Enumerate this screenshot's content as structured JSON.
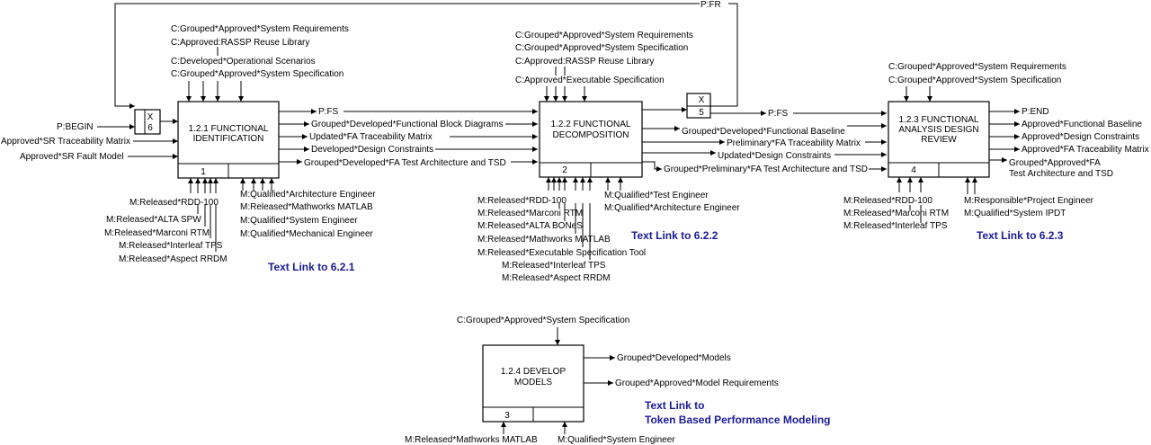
{
  "activities": [
    {
      "title_lines": [
        "1.2.1 FUNCTIONAL",
        "IDENTIFICATION"
      ],
      "number": "1"
    },
    {
      "title_lines": [
        "1.2.2 FUNCTIONAL",
        "DECOMPOSITION"
      ],
      "number": "2"
    },
    {
      "title_lines": [
        "1.2.3 FUNCTIONAL",
        "ANALYSIS DESIGN",
        "REVIEW"
      ],
      "number": "4"
    },
    {
      "title_lines": [
        "1.2.4 DEVELOP",
        "MODELS"
      ],
      "number": "3"
    }
  ],
  "junctions": [
    {
      "op": "X",
      "num": "6"
    },
    {
      "op": "X",
      "num": "5"
    }
  ],
  "feedback_label": "P:FR",
  "a1": {
    "controls": [
      "C:Grouped*Approved*System Requirements",
      "C:Approved:RASSP Reuse Library",
      "C:Developed*Operational Scenarios",
      "C:Grouped*Approved*System Specification"
    ],
    "inputs": [
      "P:BEGIN",
      "Approved*SR Traceability Matrix",
      "Approved*SR Fault Model"
    ],
    "outputs": [
      "P:FS",
      "Grouped*Developed*Functional Block Diagrams",
      "Updated*FA Traceability Matrix",
      "Developed*Design Constraints",
      "Grouped*Developed*FA Test Architecture and TSD"
    ],
    "mech_left": [
      "M:Released*RDD-100",
      "M:Released*ALTA SPW",
      "M:Released*Marconi RTM",
      "M:Released*Interleaf TPS",
      "M:Released*Aspect RRDM"
    ],
    "mech_right": [
      "M:Qualified*Architecture Engineer",
      "M:Released*Mathworks MATLAB",
      "M:Qualified*System Engineer",
      "M:Qualified*Mechanical Engineer"
    ],
    "link": "Text Link to 6.2.1"
  },
  "a2": {
    "controls": [
      "C:Grouped*Approved*System Requirements",
      "C:Grouped*Approved*System Specification",
      "C:Approved:RASSP Reuse Library",
      "C:Approved*Executable Specification"
    ],
    "output_pfs": "P:FS",
    "outputs": [
      "Grouped*Developed*Functional Baseline",
      "Preliminary*FA Traceability Matrix",
      "Updated*Design Constraints",
      "Grouped*Preliminary*FA Test Architecture and TSD"
    ],
    "mech_left": [
      "M:Released*RDD-100",
      "M:Released*Marconi RTM",
      "M:Released*ALTA BONeS",
      "M:Released*Mathworks MATLAB",
      "M:Released*Executable Specification Tool",
      "M:Released*Interleaf TPS",
      "M:Released*Aspect RRDM"
    ],
    "mech_right": [
      "M:Qualified*Test Engineer",
      "M:Qualified*Architecture Engineer"
    ],
    "link": "Text Link to 6.2.2"
  },
  "a3": {
    "controls": [
      "C:Grouped*Approved*System Requirements",
      "C:Grouped*Approved*System Specification"
    ],
    "outputs": [
      "P:END",
      "Approved*Functional Baseline",
      "Approved*Design Constraints",
      "Approved*FA Traceability Matrix",
      "Grouped*Approved*FA",
      "Test Architecture and TSD"
    ],
    "mech_left": [
      "M:Released*RDD-100",
      "M:Released*Marconi RTM",
      "M:Released*Interleaf TPS"
    ],
    "mech_right": [
      "M:Responsible*Project Engineer",
      "M:Qualified*System IPDT"
    ],
    "link": "Text Link to 6.2.3"
  },
  "a4": {
    "controls": [
      "C:Grouped*Approved*System Specification"
    ],
    "outputs": [
      "Grouped*Developed*Models",
      "Grouped*Approved*Model Requirements"
    ],
    "mech": [
      "M:Released*Mathworks MATLAB",
      "M:Qualified*System Engineer"
    ],
    "link_lines": [
      "Text Link to",
      "Token Based Performance Modeling"
    ]
  }
}
